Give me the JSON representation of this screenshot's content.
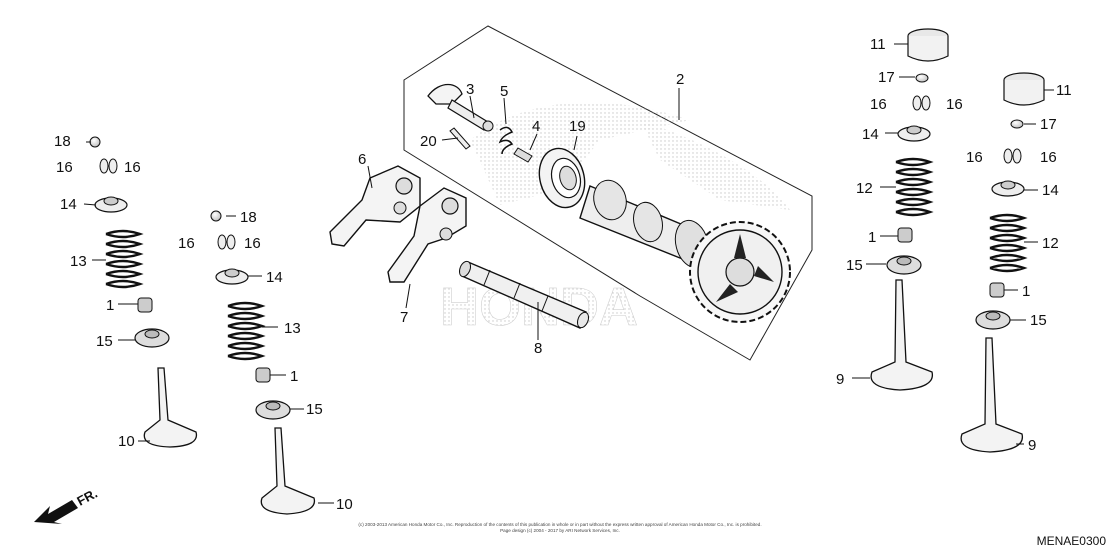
{
  "diagram_code": "MENAE0300",
  "front_label": "FR.",
  "copyright": [
    "(c) 2003-2013 American Honda Motor Co., Inc. Reproduction of the contents of this publication in whole or in part without the express written approval of American Honda Motor Co., Inc. is prohibited.",
    "Page design (c) 2004 - 2017 by ARI Network Services, Inc."
  ],
  "watermark_text": "HONDA",
  "callouts": [
    {
      "id": "c1",
      "label": "1"
    },
    {
      "id": "c2",
      "label": "1"
    },
    {
      "id": "c3",
      "label": "1"
    },
    {
      "id": "c4",
      "label": "1"
    },
    {
      "id": "c5",
      "label": "2"
    },
    {
      "id": "c6",
      "label": "3"
    },
    {
      "id": "c7",
      "label": "4"
    },
    {
      "id": "c8",
      "label": "5"
    },
    {
      "id": "c9",
      "label": "6"
    },
    {
      "id": "c10",
      "label": "7"
    },
    {
      "id": "c11",
      "label": "8"
    },
    {
      "id": "c12",
      "label": "9"
    },
    {
      "id": "c13",
      "label": "9"
    },
    {
      "id": "c14",
      "label": "10"
    },
    {
      "id": "c15",
      "label": "10"
    },
    {
      "id": "c16",
      "label": "11"
    },
    {
      "id": "c17",
      "label": "11"
    },
    {
      "id": "c18",
      "label": "12"
    },
    {
      "id": "c19",
      "label": "12"
    },
    {
      "id": "c20",
      "label": "13"
    },
    {
      "id": "c21",
      "label": "13"
    },
    {
      "id": "c22",
      "label": "14"
    },
    {
      "id": "c23",
      "label": "14"
    },
    {
      "id": "c24",
      "label": "14"
    },
    {
      "id": "c25",
      "label": "14"
    },
    {
      "id": "c26",
      "label": "15"
    },
    {
      "id": "c27",
      "label": "15"
    },
    {
      "id": "c28",
      "label": "15"
    },
    {
      "id": "c29",
      "label": "15"
    },
    {
      "id": "c30",
      "label": "16"
    },
    {
      "id": "c31",
      "label": "16"
    },
    {
      "id": "c32",
      "label": "16"
    },
    {
      "id": "c33",
      "label": "16"
    },
    {
      "id": "c34",
      "label": "16"
    },
    {
      "id": "c35",
      "label": "16"
    },
    {
      "id": "c36",
      "label": "16"
    },
    {
      "id": "c37",
      "label": "16"
    },
    {
      "id": "c38",
      "label": "17"
    },
    {
      "id": "c39",
      "label": "17"
    },
    {
      "id": "c40",
      "label": "18"
    },
    {
      "id": "c41",
      "label": "18"
    },
    {
      "id": "c42",
      "label": "19"
    },
    {
      "id": "c43",
      "label": "20"
    }
  ]
}
